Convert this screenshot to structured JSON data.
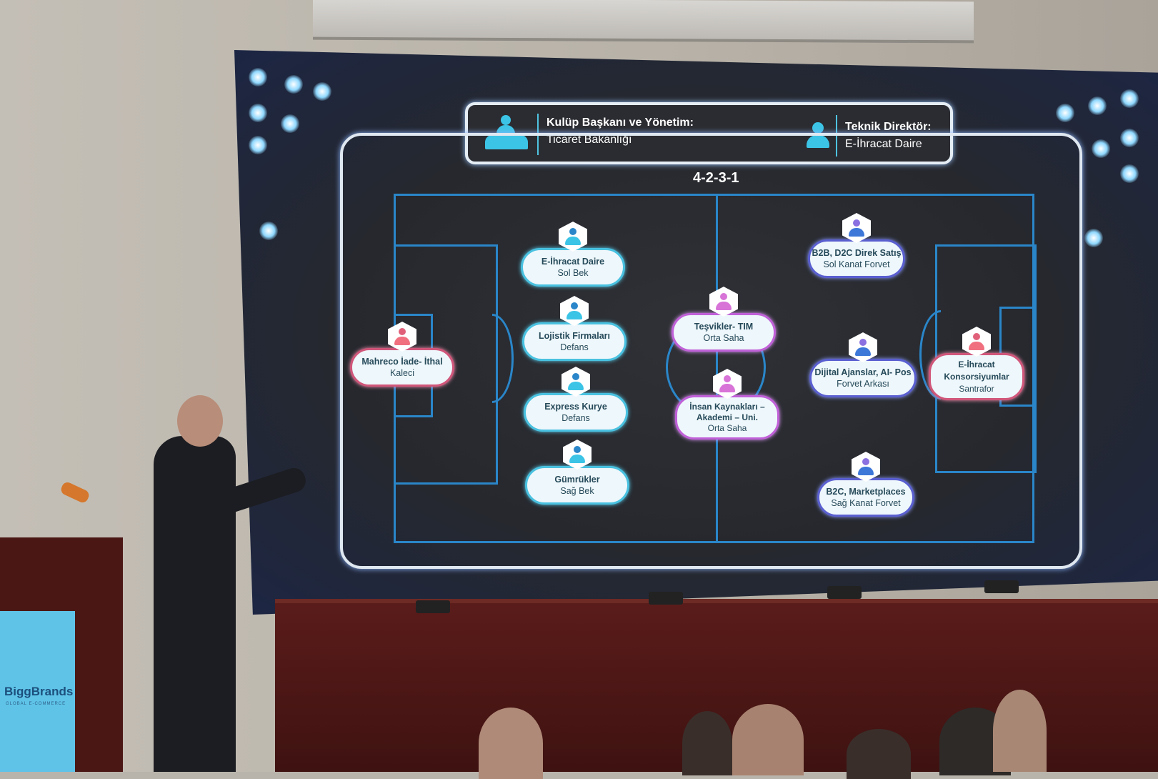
{
  "slide": {
    "header": {
      "management_title": "Kulüp Başkanı ve Yönetim:",
      "management_value": "Ticaret Bakanlığı",
      "coach_title": "Teknik Direktör:",
      "coach_value": "E-İhracat Daire"
    },
    "formation": "4-2-3-1",
    "players": [
      {
        "name": "Mahreco İade- İthal",
        "role": "Kaleci"
      },
      {
        "name": "E-İhracat Daire",
        "role": "Sol Bek"
      },
      {
        "name": "Lojistik Firmaları",
        "role": "Defans"
      },
      {
        "name": "Express Kurye",
        "role": "Defans"
      },
      {
        "name": "Gümrükler",
        "role": "Sağ Bek"
      },
      {
        "name": "Teşvikler- TIM",
        "role": "Orta Saha"
      },
      {
        "name": "İnsan Kaynakları – Akademi – Uni.",
        "role": "Orta Saha"
      },
      {
        "name": "B2B, D2C Direk Satış",
        "role": "Sol Kanat Forvet"
      },
      {
        "name": "Dijital Ajanslar, AI- Pos",
        "role": "Forvet Arkası"
      },
      {
        "name": "B2C, Marketplaces",
        "role": "Sağ Kanat Forvet"
      },
      {
        "name": "E-İhracat Konsorsiyumlar",
        "role": "Santrafor"
      }
    ]
  },
  "podium": {
    "logo": "BiggBrands",
    "logo_sub": "GLOBAL E-COMMERCE"
  },
  "colors": {
    "pitch_line": "#2a86c9",
    "defender": "#49c1e0",
    "keeper": "#d0567a",
    "midfield": "#c060d8",
    "attack": "#5a5fd0"
  }
}
